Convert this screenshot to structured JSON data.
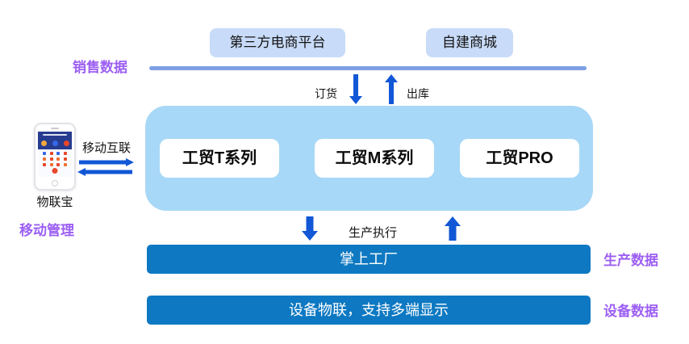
{
  "colors": {
    "pill_bg": "#C8DBF8",
    "divider_line": "#7DA0E4",
    "container_bg": "#A8D8F7",
    "bar_bg": "#0E79C2",
    "arrow_blue": "#1157D6",
    "label_purple": "#9C5FF3"
  },
  "sales_layer": {
    "third_party_label": "第三方电商平台",
    "self_mall_label": "自建商城",
    "sales_data_label": "销售数据",
    "order_label": "订货",
    "outbound_label": "出库"
  },
  "platform": {
    "products": [
      {
        "label": "工贸T系列"
      },
      {
        "label": "工贸M系列"
      },
      {
        "label": "工贸PRO"
      }
    ]
  },
  "mobile": {
    "device_name": "物联宝",
    "management_label": "移动管理",
    "link_label": "移动互联"
  },
  "production": {
    "exec_label": "生产执行",
    "factory_bar_label": "掌上工厂",
    "production_data_label": "生产数据"
  },
  "device": {
    "bar_label": "设备物联，支持多端显示",
    "device_data_label": "设备数据"
  }
}
